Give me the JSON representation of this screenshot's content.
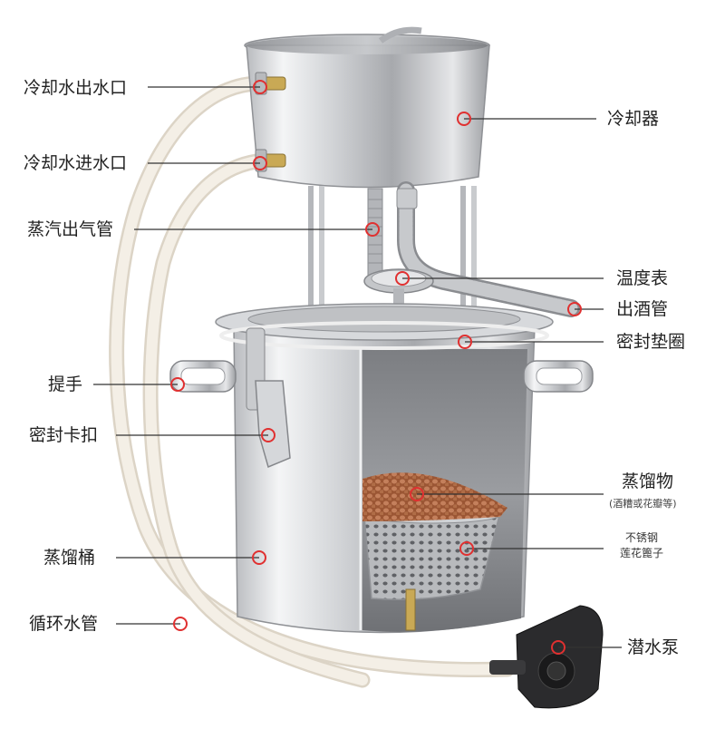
{
  "labels": {
    "cooling_water_outlet": "冷却水出水口",
    "cooling_water_inlet": "冷却水进水口",
    "steam_outlet_pipe": "蒸汽出气管",
    "handle": "提手",
    "sealing_clasp": "密封卡扣",
    "distilling_bucket": "蒸馏桶",
    "circulating_water_pipe": "循环水管",
    "condenser": "冷却器",
    "thermometer": "温度表",
    "liquor_outlet_pipe": "出酒管",
    "sealing_gasket": "密封垫圈",
    "distillate": "蒸馏物",
    "distillate_note": "(酒糟或花瓣等)",
    "steamer_line1": "不锈钢",
    "steamer_line2": "莲花篦子",
    "submersible_pump": "潜水泵"
  },
  "colors": {
    "marker": "#e03030",
    "leader": "#333333",
    "steel_light": "#e9eaec",
    "steel_dark": "#9a9ca0",
    "grain": "#a05a38",
    "hose": "#f1ebe0"
  }
}
